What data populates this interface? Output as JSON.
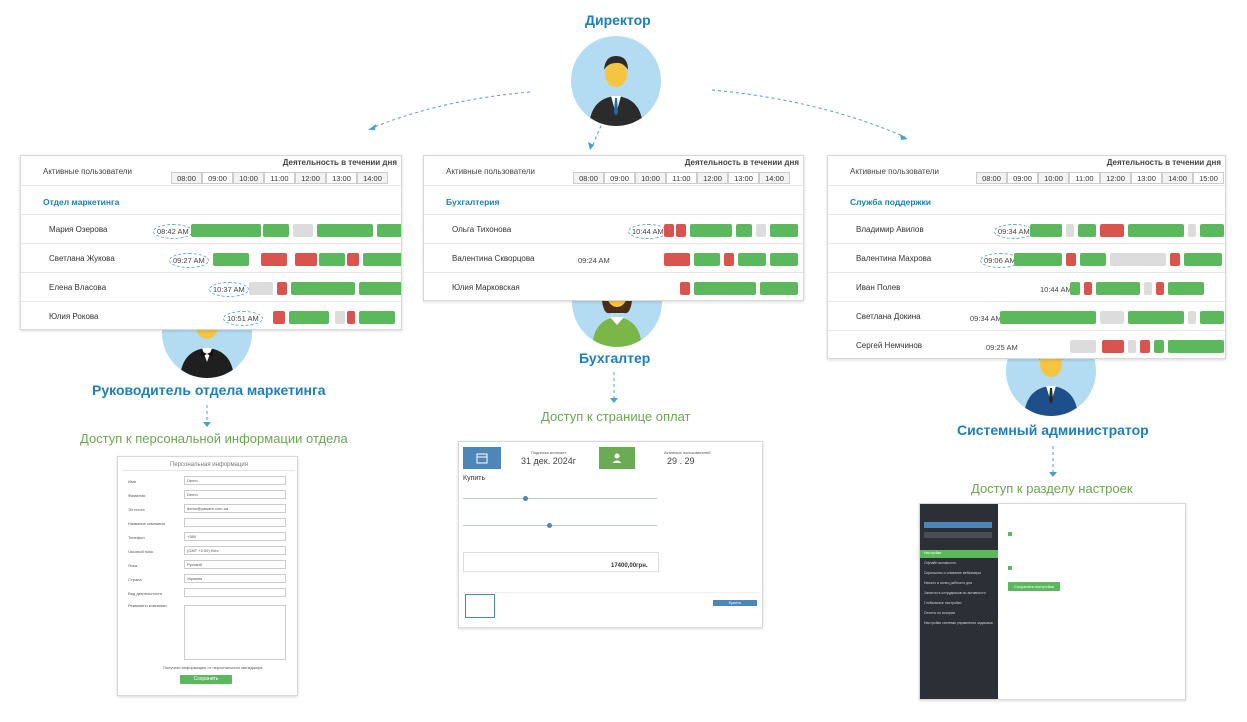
{
  "roles": {
    "director": "Директор",
    "marketing_head": "Руководитель отдела маркетинга",
    "accountant": "Бухгалтер",
    "sysadmin": "Системный администратор"
  },
  "access": {
    "marketing": "Доступ к персональной информации отдела",
    "accountant": "Доступ к странице оплат",
    "sysadmin": "Доступ к разделу настроек"
  },
  "panel_common": {
    "active_users": "Активные пользователи",
    "activity": "Деятельность в течении дня"
  },
  "panels": [
    {
      "hours": [
        "08:00",
        "09:00",
        "10:00",
        "11:00",
        "12:00",
        "13:00",
        "14:00"
      ],
      "department": "Отдел маркетинга",
      "rows": [
        {
          "name": "Мария Озерова",
          "time": "08:42 AM"
        },
        {
          "name": "Светлана Жукова",
          "time": "09:27 AM"
        },
        {
          "name": "Елена Власова",
          "time": "10:37 AM"
        },
        {
          "name": "Юлия Рокова",
          "time": "10:51 AM"
        }
      ]
    },
    {
      "hours": [
        "08:00",
        "09:00",
        "10:00",
        "11:00",
        "12:00",
        "13:00",
        "14:00"
      ],
      "department": "Бухгалтерия",
      "rows": [
        {
          "name": "Ольга Тихонова",
          "time": "10:44 AM"
        },
        {
          "name": "Валентина Скворцова",
          "time": "09:24 AM"
        },
        {
          "name": "Юлия Марковская",
          "time": ""
        }
      ]
    },
    {
      "hours": [
        "08:00",
        "09:00",
        "10:00",
        "11:00",
        "12:00",
        "13:00",
        "14:00",
        "15:00"
      ],
      "department": "Служба поддержки",
      "rows": [
        {
          "name": "Владимир Авилов",
          "time": "09:34 AM"
        },
        {
          "name": "Валентина Махрова",
          "time": "09:06 AM"
        },
        {
          "name": "Иван Полев",
          "time": "10:44 AM"
        },
        {
          "name": "Светлана Докина",
          "time": "09:34 AM"
        },
        {
          "name": "Сергей Немчинов",
          "time": "09:25 AM"
        }
      ]
    }
  ],
  "personal_form": {
    "title": "Персональная информация",
    "fields": [
      "Имя",
      "Фамилия",
      "Эл.почта",
      "Название компании",
      "Телефон",
      "Часовой пояс",
      "Язык",
      "Страна",
      "Вид деятельности",
      "Реквизиты компании"
    ],
    "values": [
      "Demo",
      "Demo",
      "demo@yaware.com.ua",
      "",
      "+380",
      "(GMT +2:00) Kiev",
      "Русский",
      "Украина",
      "",
      ""
    ],
    "checkbox": "Получать информацию от персонального менеджера",
    "save": "Сохранить"
  },
  "payment": {
    "date_label": "Подписка истекает",
    "date": "31 дек. 2024г",
    "users_label": "Активных пользователей",
    "users": "29 . 29",
    "buy": "Купить",
    "total": "17400,00грн.",
    "pay_button": "Купить"
  },
  "settings": {
    "menu": [
      "Настройки",
      "Офлайн активность",
      "Скриншоты и сливание вебкамеры",
      "Начало и конец рабочего дня",
      "Занятость сотрудников по активности",
      "Глобальные настройки",
      "Отчеты по истории",
      "Настройки системы управления задачами"
    ],
    "save": "Сохранить настройки"
  },
  "colors": {
    "blue": "#1a7fc1",
    "green": "#6aa84f",
    "bar_green": "#5cb85c",
    "bar_red": "#d9534f"
  }
}
